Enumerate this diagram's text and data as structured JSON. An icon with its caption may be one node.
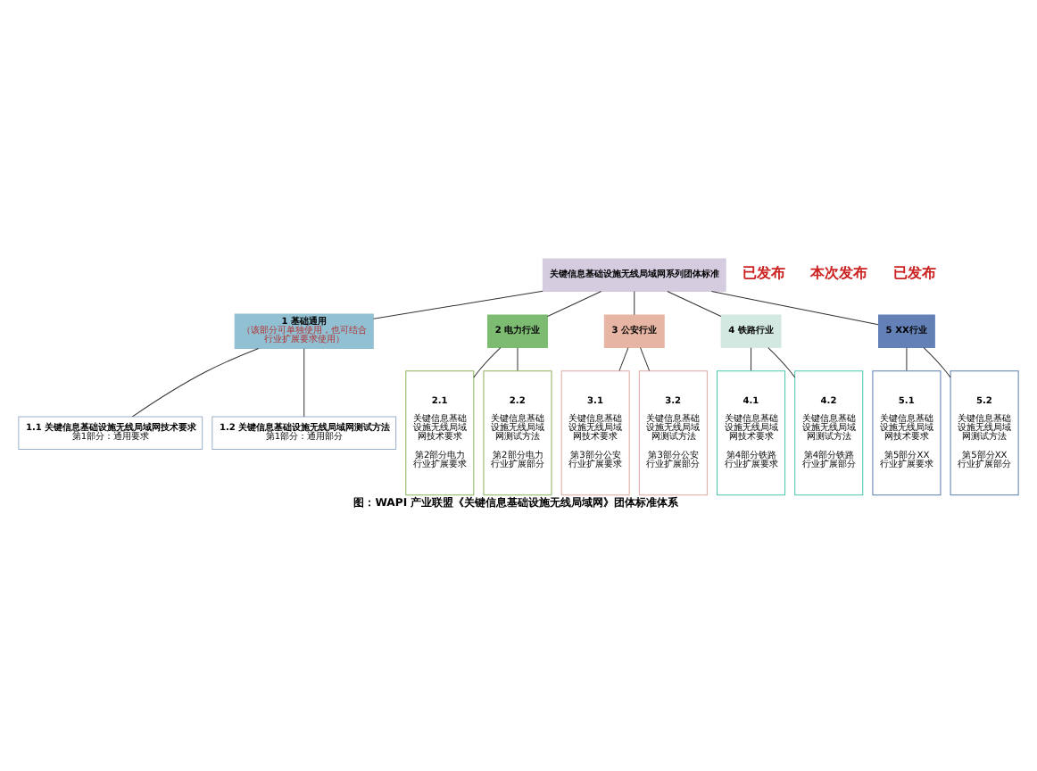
{
  "diagram": {
    "caption": "图：WAPI 产业联盟《关键信息基础设施无线局域网》团体标准体系",
    "nodes": [
      {
        "text": [
          "关键信息基础设施无线局域网系列团体标准"
        ]
      },
      {
        "text": [
          "1 基础通用",
          "（该部分可单独使用，也可结合行业扩展要求使用）"
        ]
      },
      {
        "text": [
          "1.1 关键信息基础设施无线局域网技术要求",
          "第1部分：通用要求"
        ]
      },
      {
        "text": [
          "1.2 关键信息基础设施无线局域网测试方法",
          "第1部分：通用部分"
        ]
      },
      {
        "text": [
          "2 电力行业"
        ]
      },
      {
        "text": [
          "3 公安行业"
        ]
      },
      {
        "text": [
          "4 铁路行业"
        ]
      },
      {
        "text": [
          "5 XX行业"
        ]
      },
      {
        "text": [
          "2.1",
          "关键信息基础设施无线局域网技术要求",
          "第2部分电力行业扩展要求"
        ]
      },
      {
        "text": [
          "2.2",
          "关键信息基础设施无线局域网测试方法",
          "第2部分电力行业扩展部分"
        ]
      },
      {
        "text": [
          "3.1",
          "关键信息基础设施无线局域网技术要求",
          "第3部分公安行业扩展要求"
        ]
      },
      {
        "text": [
          "3.2",
          "关键信息基础设施无线局域网测试方法",
          "第3部分公安行业扩展部分"
        ]
      },
      {
        "text": [
          "4.1",
          "关键信息基础设施无线局域网技术要求",
          "第4部分铁路行业扩展要求"
        ]
      },
      {
        "text": [
          "4.2",
          "关键信息基础设施无线局域网测试方法",
          "第4部分铁路行业扩展部分"
        ]
      },
      {
        "text": [
          "5.1",
          "关键信息基础设施无线局域网技术要求",
          "第5部分XX行业扩展要求"
        ]
      },
      {
        "text": [
          "5.2",
          "关键信息基础设施无线局域网测试方法",
          "第5部分XX行业扩展部分"
        ]
      }
    ],
    "edges": [
      {
        "from": 0,
        "to": 1,
        "arrow": "none"
      },
      {
        "from": 1,
        "to": 2,
        "arrow": "none"
      },
      {
        "from": 1,
        "to": 3,
        "arrow": "none"
      },
      {
        "from": 0,
        "to": 4,
        "arrow": "none"
      },
      {
        "from": 0,
        "to": 5,
        "arrow": "none"
      },
      {
        "from": 0,
        "to": 6,
        "arrow": "none"
      },
      {
        "from": 0,
        "to": 7,
        "arrow": "none"
      },
      {
        "from": 4,
        "to": 8,
        "arrow": "none"
      },
      {
        "from": 4,
        "to": 9,
        "arrow": "none"
      },
      {
        "from": 5,
        "to": 10,
        "arrow": "none"
      },
      {
        "from": 5,
        "to": 11,
        "arrow": "none"
      },
      {
        "from": 6,
        "to": 12,
        "arrow": "none"
      },
      {
        "from": 6,
        "to": 13,
        "arrow": "none"
      },
      {
        "from": 7,
        "to": 14,
        "arrow": "none"
      },
      {
        "from": 7,
        "to": 15,
        "arrow": "none"
      }
    ],
    "labels": [
      "已发布",
      "本次发布",
      "已发布"
    ]
  }
}
